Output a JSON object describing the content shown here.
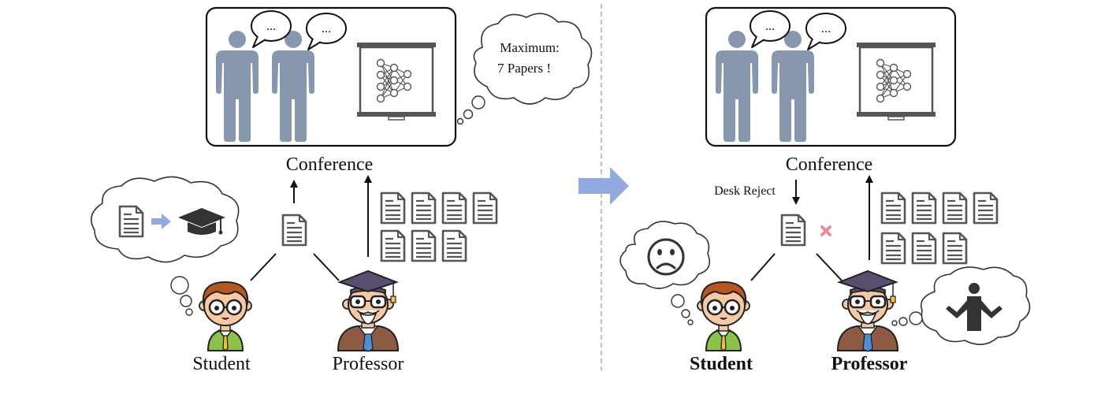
{
  "left": {
    "conference_label": "Conference",
    "student_label": "Student",
    "professor_label": "Professor",
    "thought_line1": "Maximum:",
    "thought_line2": "7 Papers !",
    "speech1": "...",
    "speech2": "...",
    "student_thought_icons": [
      "document-icon",
      "arrow-right-icon",
      "graduation-cap-icon"
    ],
    "professor_paper_count": 7
  },
  "right": {
    "conference_label": "Conference",
    "student_label": "Student",
    "professor_label": "Professor",
    "desk_reject_label": "Desk Reject",
    "speech1": "...",
    "speech2": "...",
    "student_thought_icon": "sad-face-icon",
    "professor_thought_icon": "shrug-person-icon",
    "reject_mark_icon": "cross-icon",
    "professor_paper_count": 7
  },
  "icons": {
    "person": "person-icon",
    "screen": "presentation-screen-icon",
    "document": "document-icon",
    "transition": "transition-arrow-icon"
  },
  "colors": {
    "person": "#8797AE",
    "arrow_blue": "#93AADF",
    "reject_cross": "#EE8D97",
    "doc_gray": "#555555",
    "divider": "#999999"
  }
}
